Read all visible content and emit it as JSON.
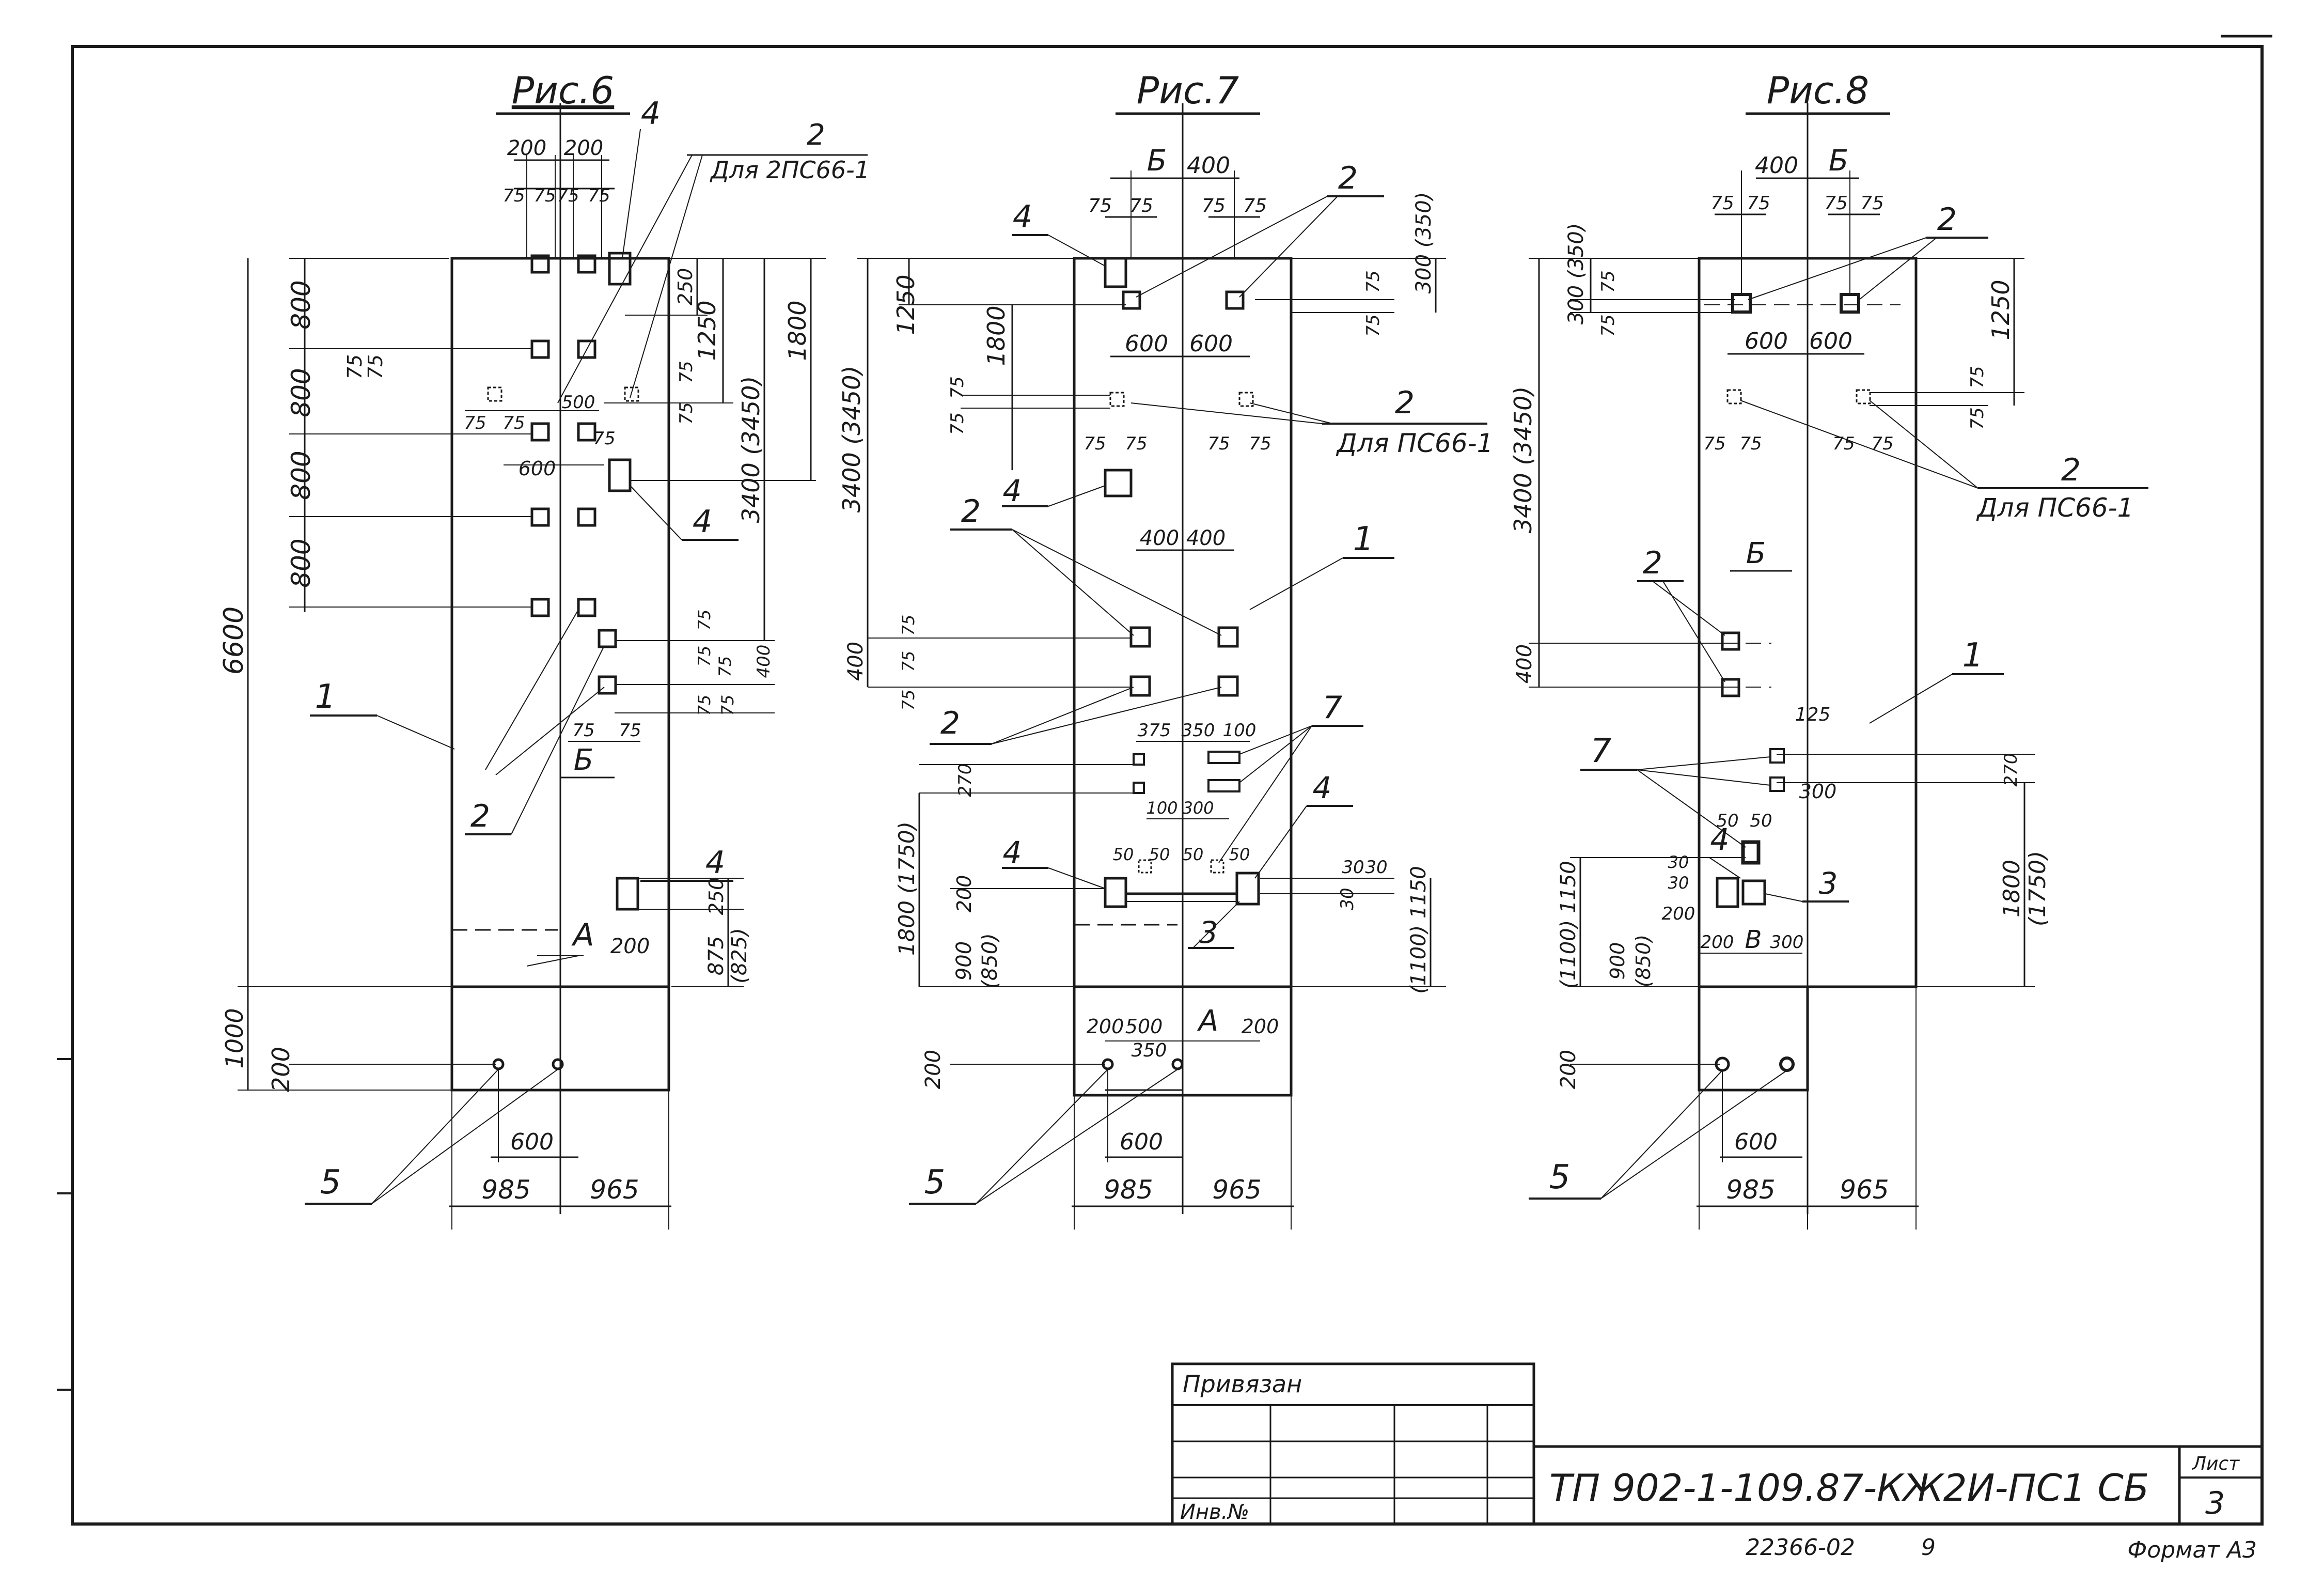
{
  "figures": [
    {
      "title": "Рис.6",
      "dims_top": [
        "200",
        "200",
        "75",
        "75",
        "75",
        "75"
      ],
      "label_for": "Для 2ПС66-1",
      "dims_left": [
        "800",
        "800",
        "800",
        "800",
        "6600",
        "1000",
        "200"
      ],
      "dims_inner": [
        "75",
        "75",
        "75",
        "75",
        "75",
        "500",
        "600"
      ],
      "dims_right": [
        "250",
        "1250",
        "75",
        "75",
        "1800",
        "3400 (3450)",
        "75",
        "75",
        "75",
        "400",
        "75",
        "75"
      ],
      "axis_letters": [
        "Б",
        "А"
      ],
      "dims_lower": [
        "250",
        "200",
        "875",
        "(825)"
      ],
      "dims_bottom": [
        "600",
        "985",
        "965"
      ],
      "positions": [
        "1",
        "2",
        "2",
        "4",
        "4",
        "4",
        "5"
      ]
    },
    {
      "title": "Рис.7",
      "dims_top": [
        "Б",
        "400",
        "75",
        "75",
        "75",
        "75"
      ],
      "label_for": "Для ПС66-1",
      "dims_left": [
        "1250",
        "1800",
        "3400 (3450)",
        "75",
        "75",
        "400",
        "75",
        "75",
        "75",
        "270",
        "1800 (1750)",
        "200",
        "900",
        "(850)",
        "200"
      ],
      "dims_inner": [
        "600",
        "600",
        "75",
        "75",
        "75",
        "75",
        "400",
        "400",
        "375",
        "350",
        "100",
        "100",
        "300",
        "50",
        "50",
        "50",
        "50"
      ],
      "dims_right": [
        "75",
        "75",
        "300 (350)",
        "30",
        "30",
        "30",
        "(1100) 1150"
      ],
      "axis_letters": [
        "А"
      ],
      "dims_bottom": [
        "200",
        "500",
        "200",
        "350",
        "600",
        "985",
        "965"
      ],
      "positions": [
        "1",
        "2",
        "2",
        "2",
        "2",
        "3",
        "4",
        "4",
        "4",
        "5",
        "7"
      ]
    },
    {
      "title": "Рис.8",
      "dims_top": [
        "400",
        "Б",
        "75",
        "75",
        "75",
        "75"
      ],
      "label_for": "Для ПС66-1",
      "dims_left": [
        "300 (350)",
        "75",
        "75",
        "3400 (3450)",
        "400",
        "(1100) 1150",
        "900",
        "(850)",
        "200"
      ],
      "dims_inner": [
        "600",
        "600",
        "75",
        "75",
        "75",
        "75",
        "Б",
        "125",
        "300",
        "50",
        "50",
        "30",
        "30",
        "200",
        "200",
        "В",
        "300"
      ],
      "dims_right": [
        "1250",
        "75",
        "75",
        "270",
        "1800",
        "(1750)"
      ],
      "dims_bottom": [
        "600",
        "985",
        "965"
      ],
      "positions": [
        "1",
        "2",
        "2",
        "3",
        "4",
        "5",
        "7"
      ]
    }
  ],
  "title_block": {
    "linked_label": "Привязан",
    "inv_label": "Инв.№",
    "doc_code": "ТП 902-1-109.87-КЖ2И-ПС1 СБ",
    "sheet_label": "Лист",
    "sheet_number": "3"
  },
  "footer": {
    "archive_number": "22366-02",
    "page_number": "9",
    "format": "Формат А3"
  }
}
